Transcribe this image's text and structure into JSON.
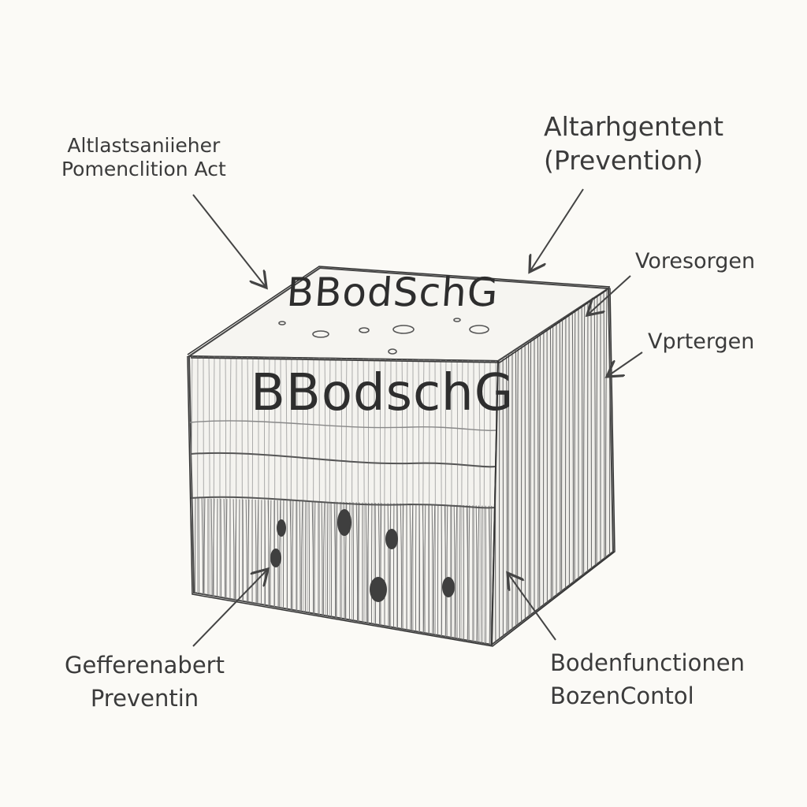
{
  "diagram": {
    "block": {
      "top_face_text": "BBodSchG",
      "front_face_text": "BBodschG"
    },
    "annotations": {
      "top_left": [
        "Altlastsaniieher",
        "Pomenclition Act"
      ],
      "top_right": [
        "Altarhgentent",
        "(Prevention)"
      ],
      "right_upper": "Voresorgen",
      "right_middle": "Vprtergen",
      "bottom_left": [
        "Gefferenabert",
        "Preventin"
      ],
      "bottom_right": [
        "Bodenfunctionen",
        "BozenContol"
      ]
    },
    "colors": {
      "paper": "#fbfaf6",
      "ink": "#3b3b3b",
      "pencil": "#555555"
    }
  }
}
